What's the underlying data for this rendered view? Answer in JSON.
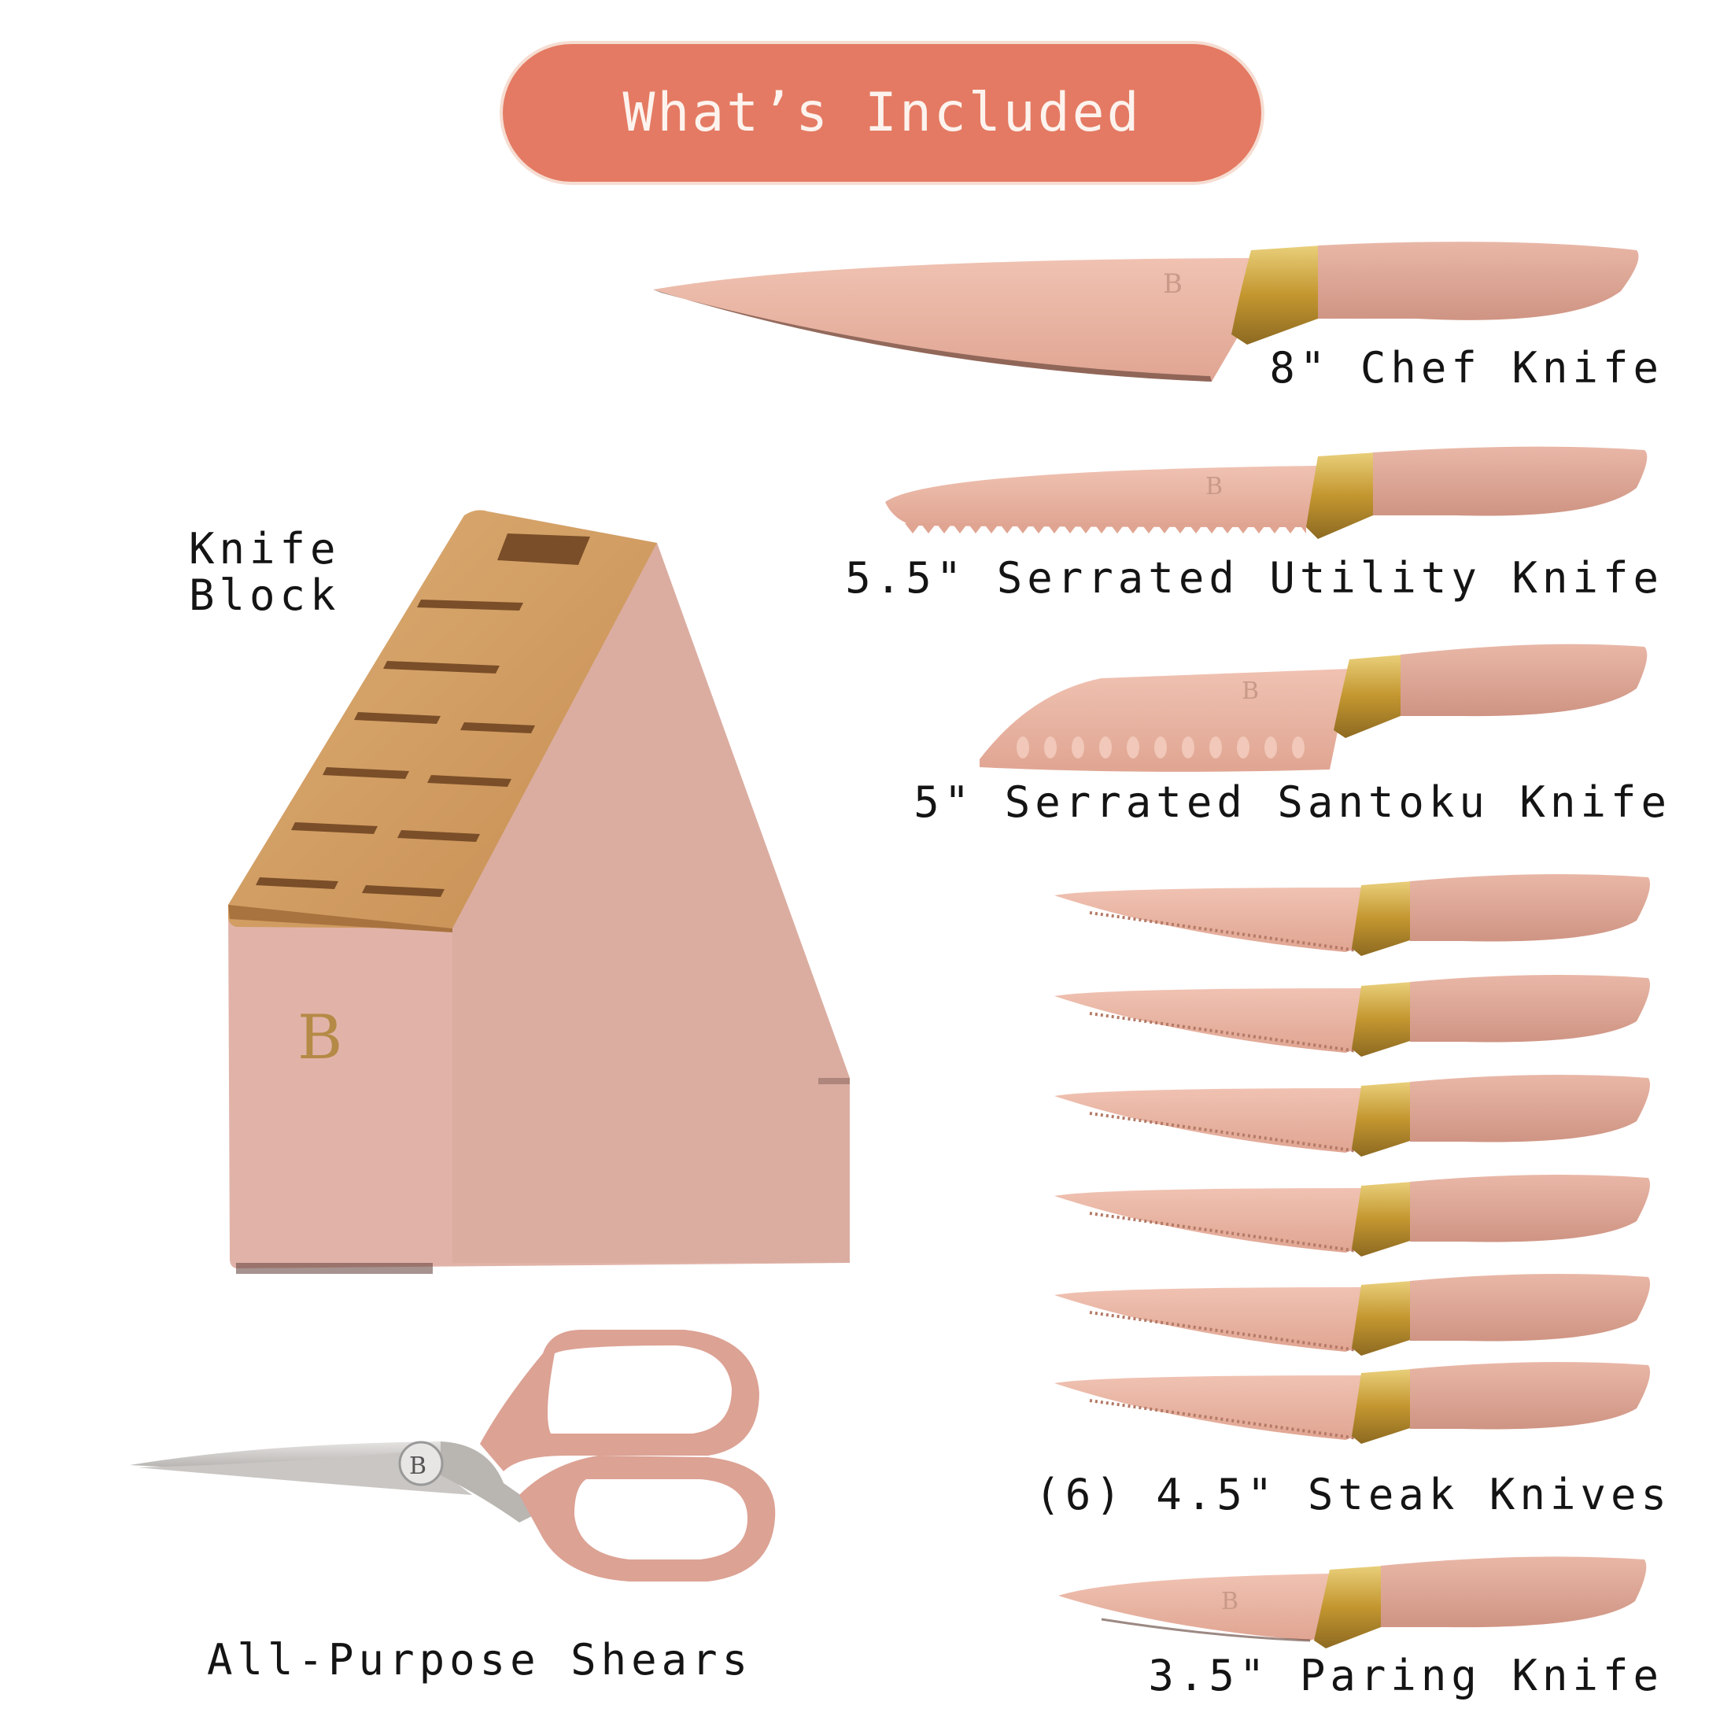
{
  "header": {
    "title": "What’s Included"
  },
  "items": {
    "chef": "8\" Chef Knife",
    "utility": "5.5\" Serrated Utility Knife",
    "santoku": "5\" Serrated Santoku Knife",
    "steak": "(6) 4.5\" Steak Knives",
    "paring": "3.5\" Paring Knife",
    "block_line1": "Knife",
    "block_line2": "Block",
    "shears": "All-Purpose Shears"
  },
  "brand": {
    "monogram": "B"
  },
  "colors": {
    "pill": "#e47a63",
    "blade": "#e9b3a2",
    "handle": "#dba393",
    "gold": "#c99d3c",
    "block": "#e2b5ab",
    "wood": "#cf9a5e"
  }
}
